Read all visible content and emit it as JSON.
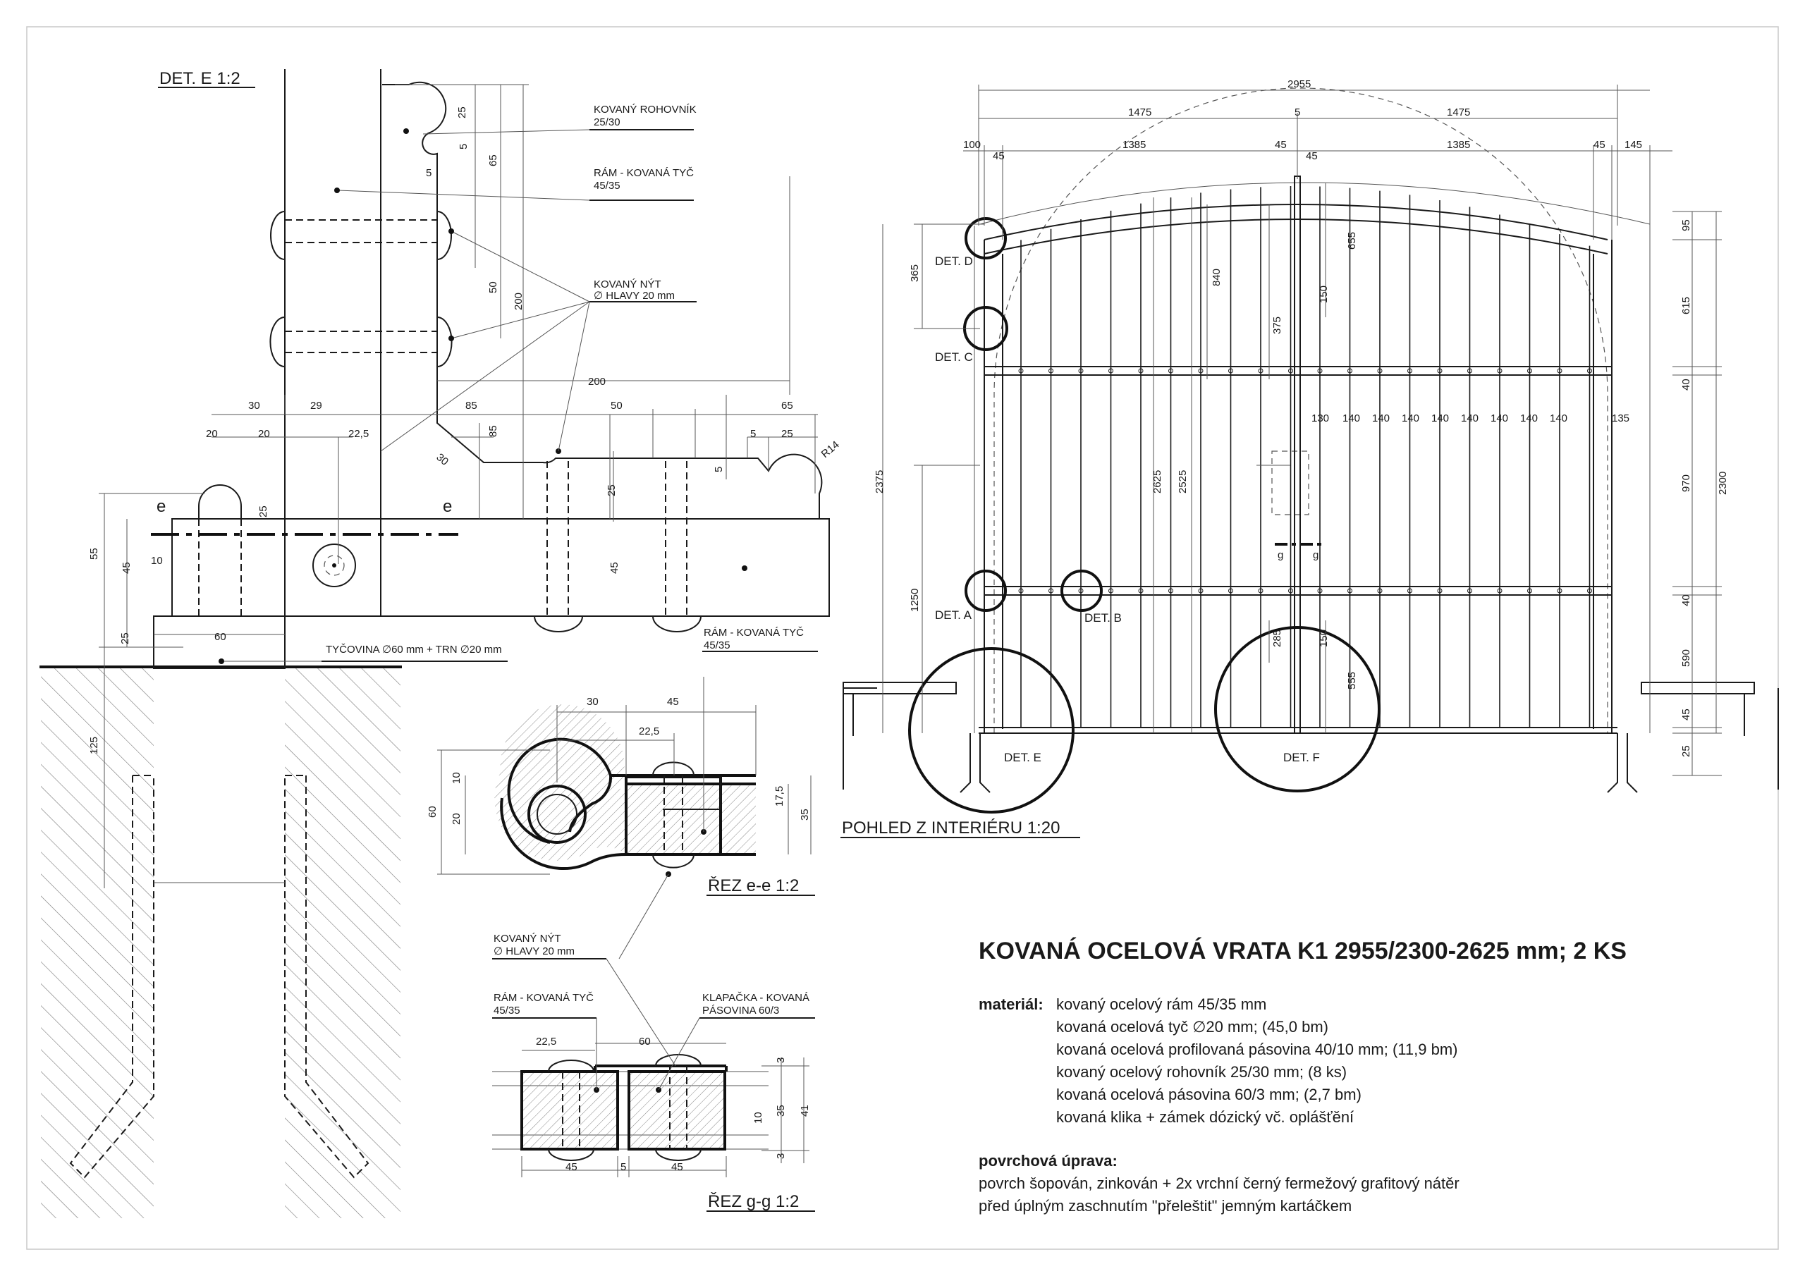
{
  "title": "KOVANÁ OCELOVÁ VRATA K1 2955/2300-2625 mm; 2 KS",
  "material": {
    "label": "materiál:",
    "lines": [
      "kovaný ocelový rám 45/35 mm",
      "kovaná ocelová tyč  ∅20 mm; (45,0 bm)",
      "kovaná ocelová profilovaná pásovina 40/10 mm; (11,9 bm)",
      "kovaný ocelový rohovník 25/30 mm; (8 ks)",
      "kovaná ocelová pásovina 60/3 mm; (2,7 bm)",
      "kovaná klika + zámek dózický vč. oplášťění"
    ]
  },
  "surface": {
    "label": "povrchová úprava:",
    "lines": [
      "povrch šopován, zinkován + 2x vrchní černý fermežový grafitový nátěr",
      "před úplným zaschnutím \"přeleštit\" jemným kartáčkem"
    ]
  },
  "views": {
    "det_e_title": "DET. E  1:2",
    "section_ee_title": "ŘEZ e-e  1:2",
    "section_gg_title": "ŘEZ g-g  1:2",
    "elevation_title": "POHLED Z INTERIÉRU  1:20"
  },
  "callouts": {
    "rohovnik_1": "KOVANÝ ROHOVNÍK",
    "rohovnik_2": "25/30",
    "ram1_1": "RÁM - KOVANÁ TYČ",
    "ram1_2": "45/35",
    "nyt1_1": "KOVANÝ NÝT",
    "nyt1_2": "∅ HLAVY 20 mm",
    "tycovina": "TYČOVINA  ∅60 mm + TRN  ∅20 mm",
    "ram2_1": "RÁM - KOVANÁ TYČ",
    "ram2_2": "45/35",
    "nyt2_1": "KOVANÝ NÝT",
    "nyt2_2": "∅ HLAVY 20 mm",
    "ram3_1": "RÁM - KOVANÁ TYČ",
    "ram3_2": "45/35",
    "klapacka_1": "KLAPAČKA - KOVANÁ",
    "klapacka_2": "PÁSOVINA  60/3"
  },
  "details": {
    "d": "DET. D",
    "c": "DET. C",
    "a": "DET. A",
    "b": "DET. B",
    "e": "DET. E",
    "f": "DET. F"
  },
  "cut_marks": {
    "e": "e",
    "g": "g"
  },
  "dims_det_e": {
    "d25a": "25",
    "d5a": "5",
    "d65": "65",
    "d5b": "5",
    "d50": "50",
    "d200v": "200",
    "d85v": "85",
    "d30diag": "30",
    "d200h": "200",
    "d30": "30",
    "d29": "29",
    "d85h": "85",
    "d50h": "50",
    "d65h": "65",
    "d20a": "20",
    "d20b": "20",
    "d22_5": "22,5",
    "d5c": "5",
    "d25b": "25",
    "r14": "R14",
    "d25c": "25",
    "d5d": "5",
    "d55": "55",
    "d45a": "45",
    "d10": "10",
    "d25d": "25",
    "d45b": "45",
    "d60": "60",
    "d125": "125"
  },
  "dims_ee": {
    "d30": "30",
    "d45": "45",
    "d22_5": "22,5",
    "d10": "10",
    "d20": "20",
    "d60": "60",
    "d17_5": "17,5",
    "d35": "35"
  },
  "dims_gg": {
    "d22_5": "22,5",
    "d60": "60",
    "d45a": "45",
    "d5": "5",
    "d45b": "45",
    "d3a": "3",
    "d10": "10",
    "d35": "35",
    "d41": "41",
    "d3b": "3"
  },
  "dims_elev": {
    "total": "2955",
    "half_l": "1475",
    "gap": "5",
    "half_r": "1475",
    "e100": "100",
    "e45a": "45",
    "e1385a": "1385",
    "e45b": "45",
    "e45c": "45",
    "e1385b": "1385",
    "e45d": "45",
    "e145": "145",
    "v365": "365",
    "v1250": "1250",
    "v2375": "2375",
    "v840": "840",
    "v375": "375",
    "v655": "655",
    "v150a": "150",
    "v2625": "2625",
    "v2525": "2525",
    "v285": "285",
    "v150b": "150",
    "v555": "555",
    "r95": "95",
    "r615": "615",
    "r40a": "40",
    "r970": "970",
    "r2300": "2300",
    "r40b": "40",
    "r590": "590",
    "r45": "45",
    "r25": "25",
    "spacings": [
      "130",
      "140",
      "140",
      "140",
      "140",
      "140",
      "140",
      "140",
      "140",
      "135"
    ]
  }
}
